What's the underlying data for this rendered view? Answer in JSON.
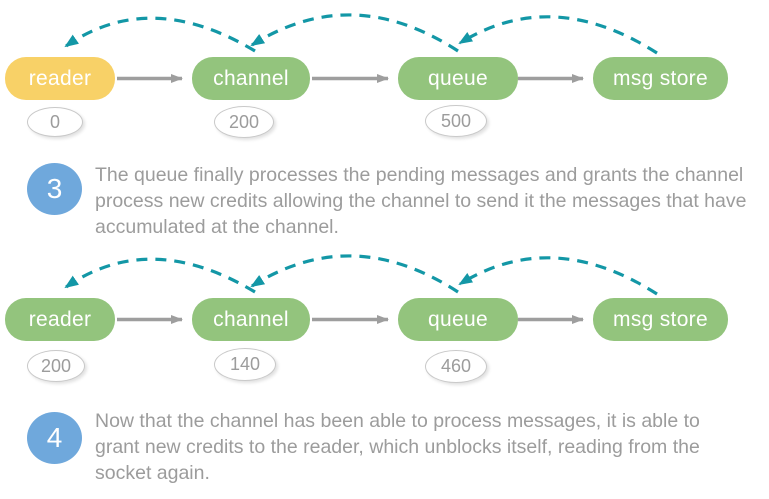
{
  "colors": {
    "node_green": "#93C47D",
    "node_yellow_blocked": "#F8D167",
    "credit_arc_teal": "#1397A6",
    "flow_arrow_gray": "#9E9E9E",
    "step_badge_blue": "#6FA8DC",
    "text_gray": "#9C9C9C"
  },
  "diagrams": [
    {
      "nodes": [
        {
          "label": "reader"
        },
        {
          "label": "channel"
        },
        {
          "label": "queue"
        },
        {
          "label": "msg store"
        }
      ],
      "credits": [
        "0",
        "200",
        "500"
      ]
    },
    {
      "nodes": [
        {
          "label": "reader"
        },
        {
          "label": "channel"
        },
        {
          "label": "queue"
        },
        {
          "label": "msg store"
        }
      ],
      "credits": [
        "200",
        "140",
        "460"
      ]
    }
  ],
  "steps": [
    {
      "number": "3",
      "text": "The queue finally processes the pending messages and grants the channel process new credits allowing the channel to send it the messages that have accumulated at the channel."
    },
    {
      "number": "4",
      "text": "Now that the channel has been able to process messages, it is able to grant new credits to the reader, which unblocks itself, reading from the socket again."
    }
  ]
}
